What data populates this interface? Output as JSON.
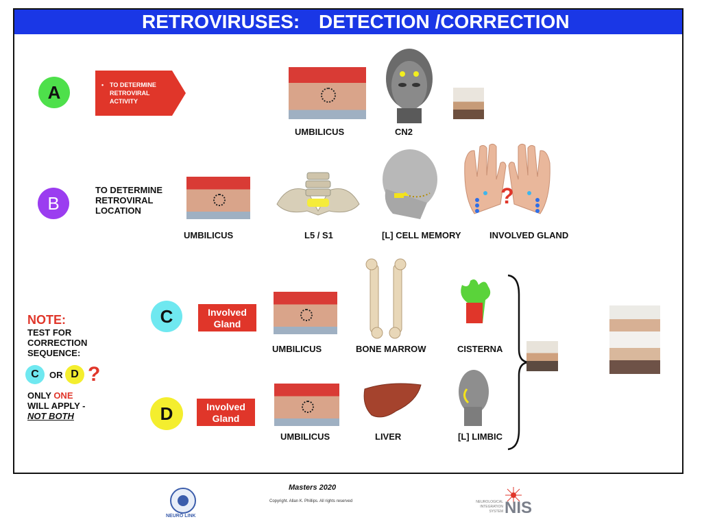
{
  "header": {
    "left": "RETROVIRUSES:",
    "right": "DETECTION /CORRECTION"
  },
  "rowA": {
    "badge": "A",
    "arrow_text": "TO DETERMINE RETROVIRAL ACTIVITY",
    "labels": [
      "UMBILICUS",
      "CN2"
    ]
  },
  "rowB": {
    "badge": "B",
    "text": "TO DETERMINE RETROVIRAL LOCATION",
    "labels": [
      "UMBILICUS",
      "L5 / S1",
      "[L] CELL MEMORY",
      "INVOLVED GLAND"
    ],
    "question": "?"
  },
  "rowC": {
    "badge": "C",
    "box": "Involved Gland",
    "labels": [
      "UMBILICUS",
      "BONE MARROW",
      "CISTERNA"
    ]
  },
  "rowD": {
    "badge": "D",
    "box": "Involved Gland",
    "labels": [
      "UMBILICUS",
      "LIVER",
      "[L] LIMBIC"
    ]
  },
  "note": {
    "title": "NOTE:",
    "body": "TEST FOR CORRECTION SEQUENCE:",
    "c": "C",
    "or": "OR",
    "d": "D",
    "q": "?",
    "only": "ONLY",
    "one": "ONE",
    "will": "WILL APPLY -",
    "not_both": "NOT BOTH"
  },
  "footer": {
    "title": "Masters 2020",
    "copyright": "Copyright. Allan K. Phillips.  All rights reserved",
    "logo_left": "NEURO LINK",
    "logo_right_small": "NEUROLOGICAL INTEGRATION SYSTEM",
    "logo_right": "NIS"
  },
  "colors": {
    "header": "#1a37e6",
    "red": "#e0362a",
    "green": "#4ee04b",
    "purple": "#9b3df0",
    "cyan": "#6fe8f0",
    "yellow": "#f4ee2e"
  }
}
